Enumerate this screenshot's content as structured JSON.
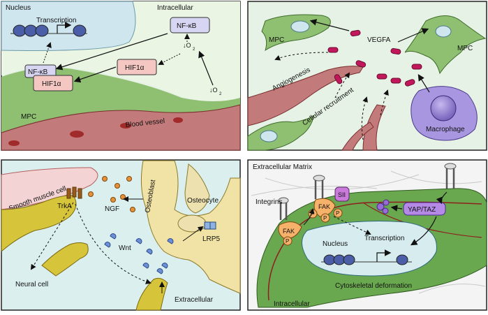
{
  "panels": {
    "top_left": {
      "labels": {
        "nucleus": "Nucleus",
        "intracellular": "Intracellular",
        "transcription": "Transcription",
        "nfkb_top": "NF-κB",
        "o2_up": "↓O",
        "o2_sub_up": "2",
        "hif_mid": "HIF1α",
        "nfkb_left": "NF-κB",
        "hif_left": "HIF1α",
        "o2_low": "↓O",
        "o2_sub_low": "2",
        "mpc": "MPC",
        "vessel": "Blood vessel"
      }
    },
    "top_right": {
      "labels": {
        "mpc_left": "MPC",
        "vegfa": "VEGFA",
        "mpc_right": "MPC",
        "angiogenesis": "Angiogenesis",
        "recruitment": "Cellular recruitment",
        "macrophage": "Macrophage"
      }
    },
    "bottom_left": {
      "labels": {
        "smooth": "Smooth muscle cell",
        "trka": "TrkA",
        "ngf": "NGF",
        "osteoblast": "Osteoblast",
        "osteocyte": "Osteocyte",
        "wnt": "Wnt",
        "lrp5": "LRP5",
        "neural": "Neural cell",
        "extracellular": "Extracellular"
      }
    },
    "bottom_right": {
      "labels": {
        "ecm": "Extracellular Matrix",
        "integrins": "Integrins",
        "fak_left": "FAK",
        "fak_mid": "FAK",
        "sii": "SII",
        "p": "P",
        "yap": "YAP/TAZ",
        "nucleus": "Nucleus",
        "transcription": "Transcription",
        "cytoskeletal": "Cytoskeletal deformation",
        "intracellular": "Intracellular"
      }
    }
  },
  "colors": {
    "frame": "#222222",
    "cell_green": "#6aa84f",
    "cell_green_light": "#b6d7a8",
    "nucleus_blue": "#cfe2f3",
    "vessel_red": "#b45f5f",
    "vegfa_pink": "#c2185b",
    "macrophage_purple": "#8e7cc3",
    "bone_yellow": "#f1e3a6",
    "neural_olive": "#c9b430",
    "ngf_orange": "#e69138",
    "wnt_blue": "#6d8fd6",
    "hif_pink": "#f4c7c3",
    "nfkb_lilac": "#c9c9ef",
    "fak_orange": "#f6b26b",
    "yap_purple": "#9a6ad6"
  }
}
